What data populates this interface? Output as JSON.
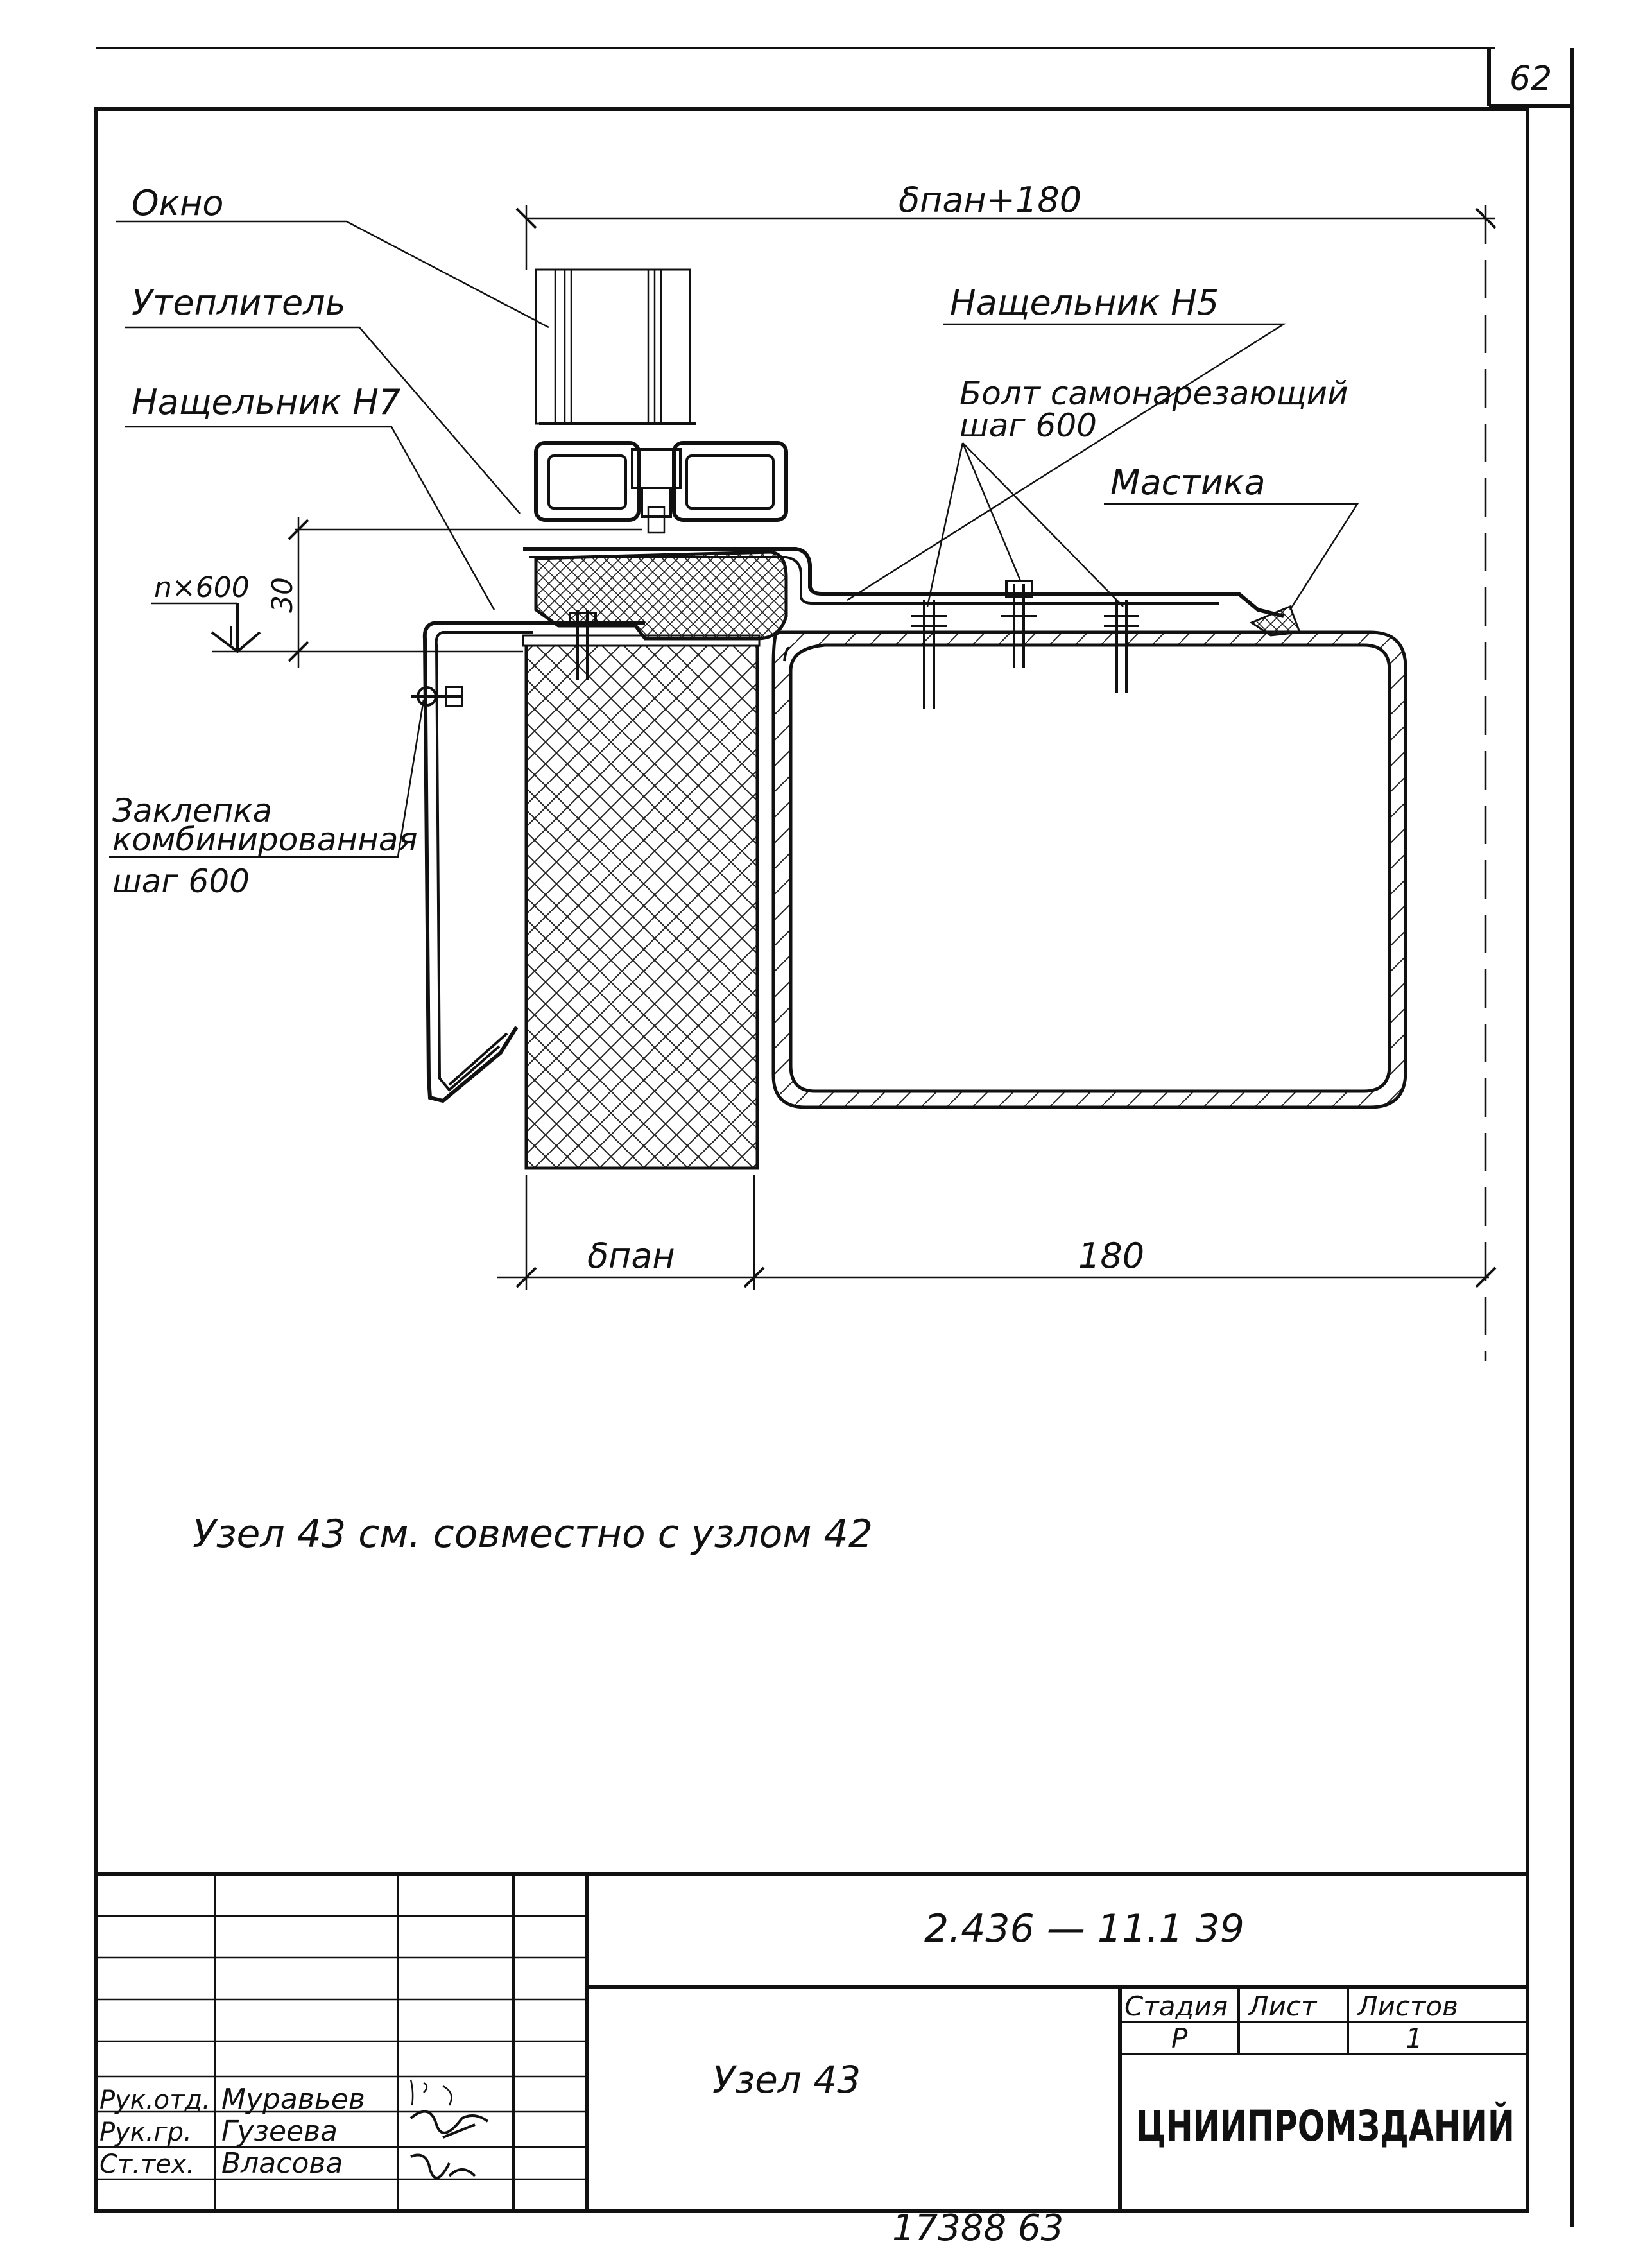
{
  "sheet_corner_number": "62",
  "labels": {
    "window": "Окно",
    "insulation": "Утеплитель",
    "flashing_h7": "Нащельник Н7",
    "flashing_h5": "Нащельник Н5",
    "bolt_line1": "Болт самонарезающий",
    "bolt_line2": "шаг 600",
    "mastic": "Мастика",
    "rivet_line1": "Заклепка",
    "rivet_line2": "комбинированная",
    "rivet_line3": "шаг 600",
    "pitch": "n×600"
  },
  "dimensions": {
    "top": "δпан+180",
    "vertical": "30",
    "bottom_left": "δпан",
    "bottom_right": "180"
  },
  "note": "Узел 43 см. совместно с узлом 42",
  "title_block": {
    "doc_code": "2.436 — 11.1 39",
    "drawing_name": "Узел 43",
    "stage_header": "Стадия",
    "sheet_header": "Лист",
    "sheets_header": "Листов",
    "stage_value": "Р",
    "sheet_value": "",
    "sheets_value": "1",
    "organization": "ЦНИИПРОМЗДАНИЙ",
    "people": [
      {
        "role": "Рук.отд.",
        "name": "Муравьев"
      },
      {
        "role": "Рук.гр.",
        "name": "Гузеева"
      },
      {
        "role": "Ст.тех.",
        "name": "Власова"
      }
    ]
  },
  "footer_number": "17388 63"
}
